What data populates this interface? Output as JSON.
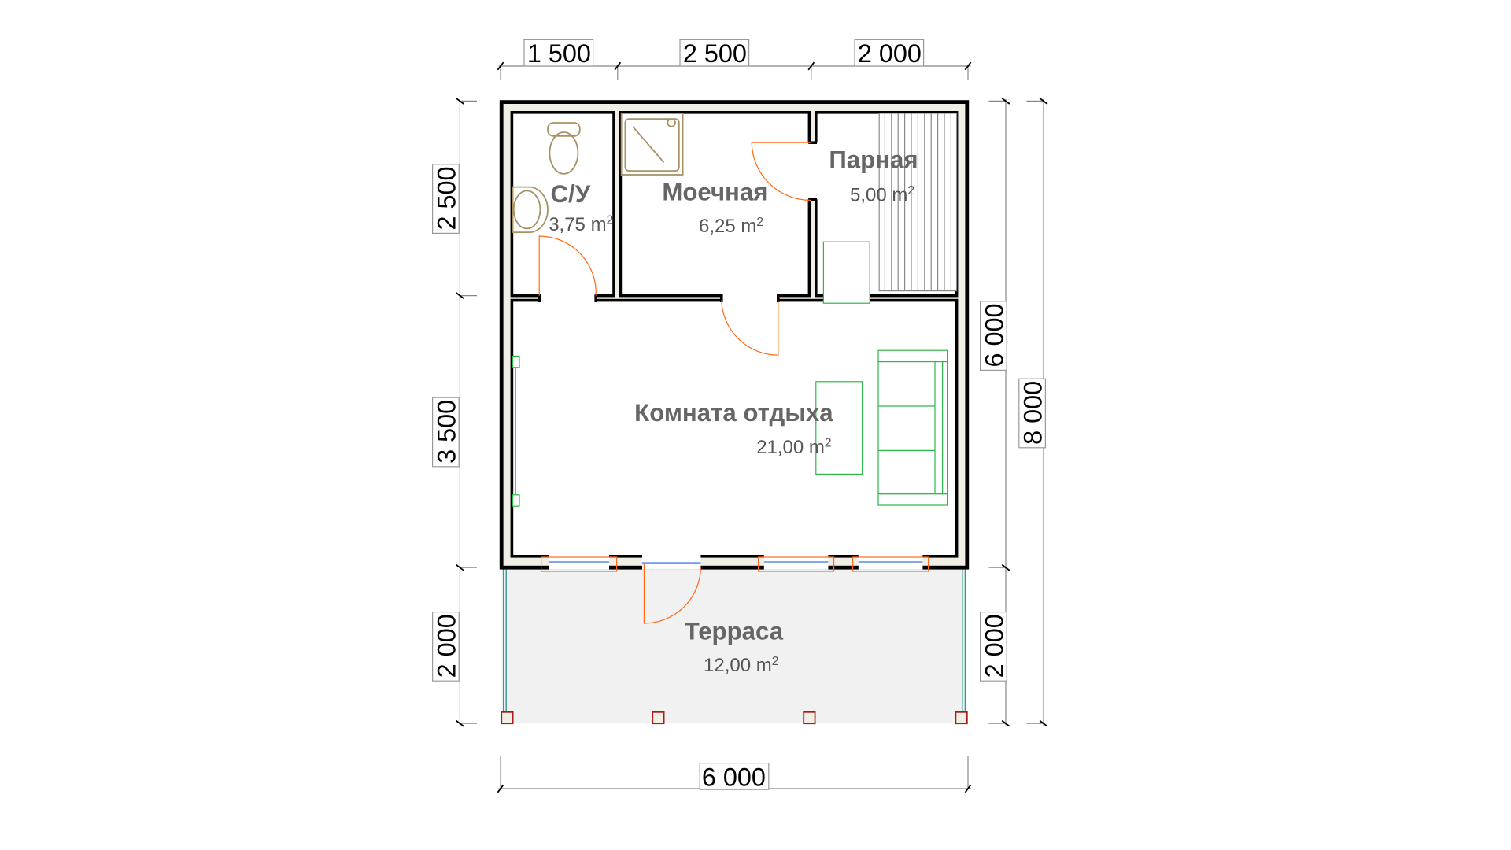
{
  "plan": {
    "rooms": [
      {
        "name": "С/У",
        "area": "3,75 m",
        "unit_sup": "2"
      },
      {
        "name": "Моечная",
        "area": "6,25 m",
        "unit_sup": "2"
      },
      {
        "name": "Парная",
        "area": "5,00 m",
        "unit_sup": "2"
      },
      {
        "name": "Комната отдыха",
        "area": "21,00 m",
        "unit_sup": "2"
      },
      {
        "name": "Терраса",
        "area": "12,00 m",
        "unit_sup": "2"
      }
    ],
    "dimensions": {
      "top": [
        "1 500",
        "2 500",
        "2 000"
      ],
      "left": [
        "2 500",
        "3 500",
        "2 000"
      ],
      "right_inner": [
        "6 000",
        "2 000"
      ],
      "right_outer": "8 000",
      "bottom": "6 000"
    },
    "colors": {
      "wall": "#000000",
      "wall_fill": "#f1eee5",
      "door": "#ff6a1a",
      "furniture": "#2db84a",
      "fixtures": "#a89366",
      "terrace": "#f1f1f1",
      "post": "#b01818",
      "window": "#6f9be8"
    }
  }
}
